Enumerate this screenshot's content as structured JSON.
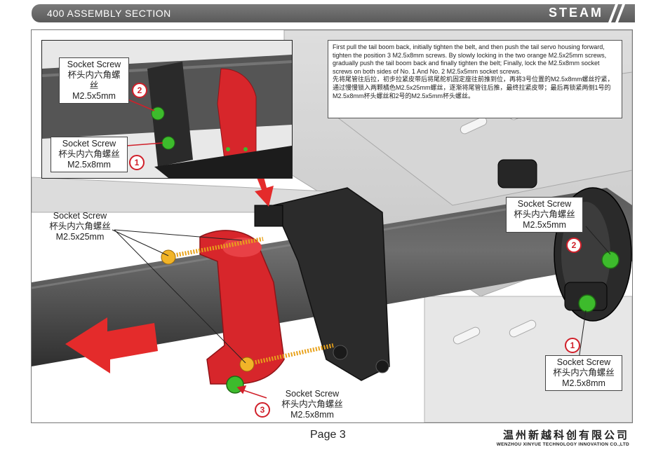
{
  "header": {
    "title": "400  ASSEMBLY  SECTION",
    "brand": "STEAM"
  },
  "instructions": {
    "en": "First pull the tail boom back, initially tighten the belt, and then push the tail servo housing forward, tighten the position 3 M2.5x8mm screws. By slowly locking in the two orange M2.5x25mm screws, gradually push the tail boom back and finally tighten the belt; Finally, lock the M2.5x8mm socket screws on both sides of No. 1 And No. 2 M2.5x5mm socket screws.",
    "cn": "先将尾管往后拉，初步拉紧皮带后将尾舵机固定座往前推到位，再将3号位置的M2.5x8mm螺丝拧紧，通过慢慢锁入两颗橘色M2.5x25mm螺丝，逐渐将尾管往后推，最终拉紧皮带；最后再锁紧两侧1号的M2.5x8mm杯头螺丝和2号的M2.5x5mm杯头螺丝。"
  },
  "callouts": {
    "inset_top": {
      "en": "Socket Screw",
      "cn": "杯头内六角螺丝",
      "size": "M2.5x5mm",
      "number": "2"
    },
    "inset_bottom": {
      "en": "Socket Screw",
      "cn": "杯头内六角螺丝",
      "size": "M2.5x8mm",
      "number": "1"
    },
    "left_orange": {
      "en": "Socket Screw",
      "cn": "杯头内六角螺丝",
      "size": "M2.5x25mm"
    },
    "right_top": {
      "en": "Socket Screw",
      "cn": "杯头内六角螺丝",
      "size": "M2.5x5mm",
      "number": "2"
    },
    "right_bottom": {
      "en": "Socket Screw",
      "cn": "杯头内六角螺丝",
      "size": "M2.5x8mm",
      "number": "1"
    },
    "bottom_center": {
      "en": "Socket Screw",
      "cn": "杯头内六角螺丝",
      "size": "M2.5x8mm",
      "number": "3"
    }
  },
  "footer": {
    "page": "Page 3",
    "company_cn": "温州新越科创有限公司",
    "company_en": "WENZHOU XINYUE TECHNOLOGY INNOVATION CO.,LTD"
  },
  "colors": {
    "header_bg": "#666666",
    "red_part": "#d7262b",
    "orange_screw": "#e8a21c",
    "green_screw": "#3dbb2c",
    "boom_gray": "#4a4a4a",
    "callout_red": "#d0202a"
  }
}
